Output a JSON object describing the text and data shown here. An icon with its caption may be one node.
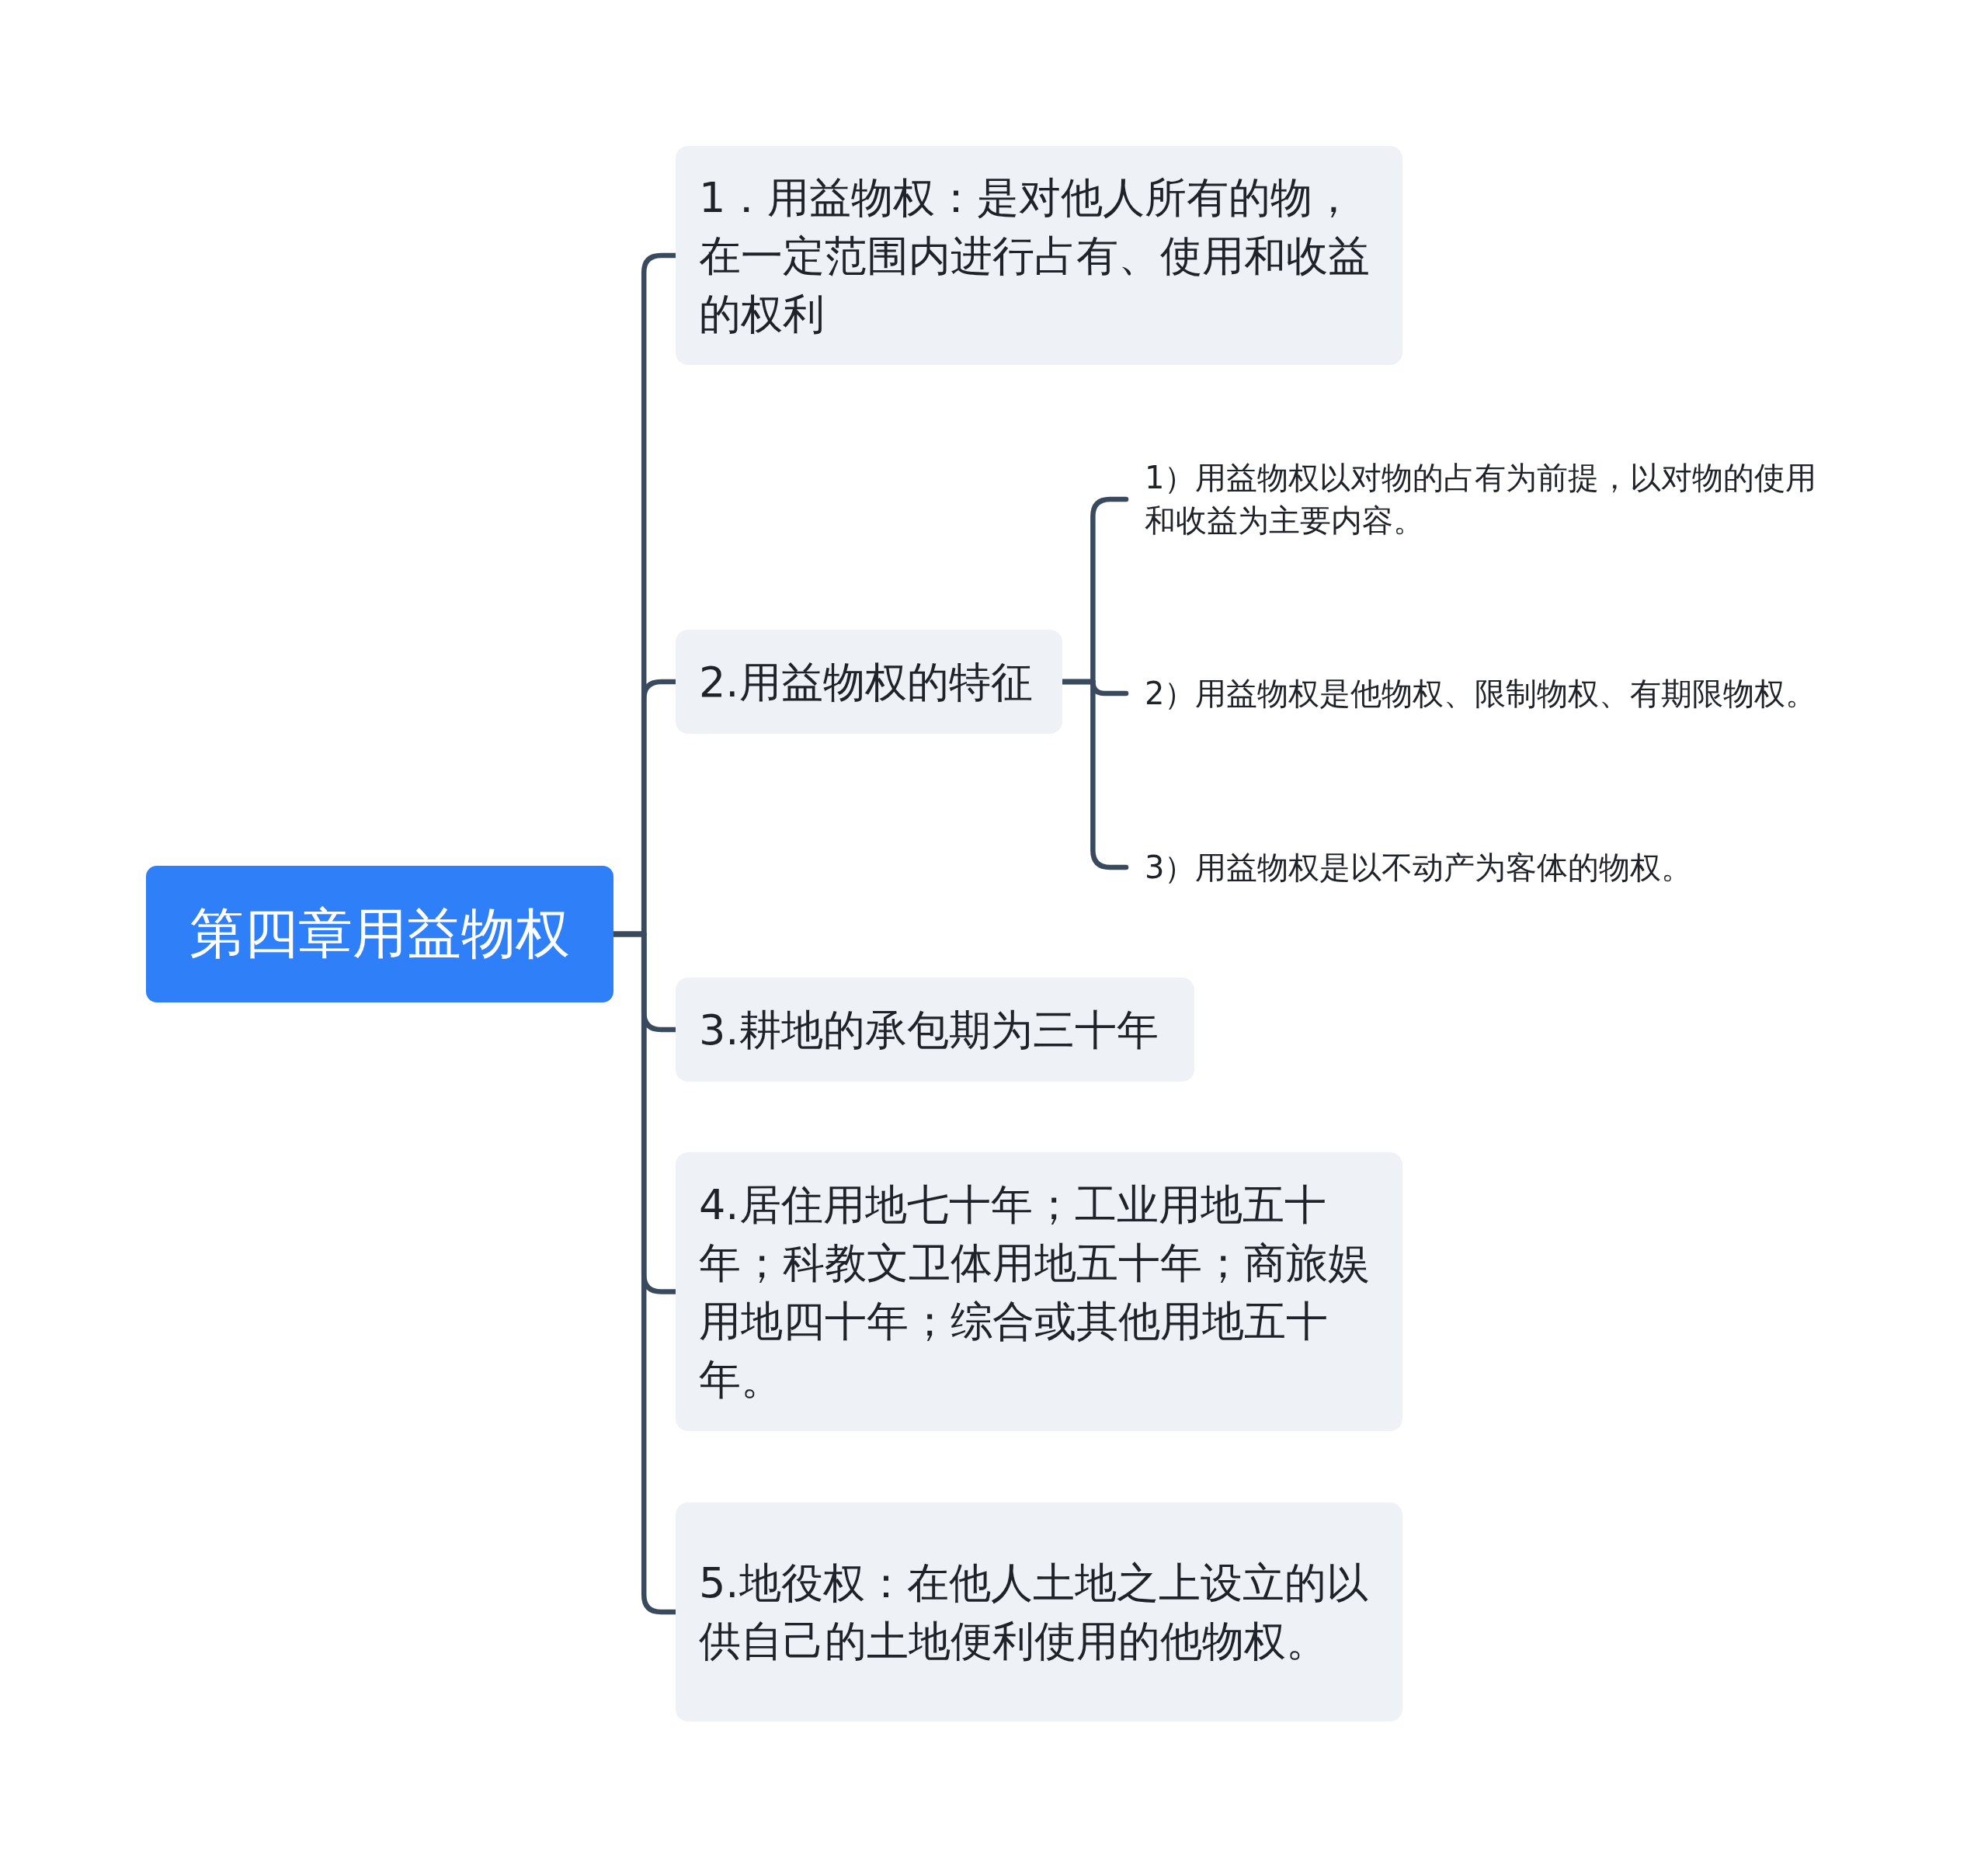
{
  "diagram": {
    "nodes": [
      {
        "text": [
          "第四章用益物权"
        ]
      },
      {
        "text": [
          "1．用益物权：是对他人所有的物，在一定范围内进行占有、使用和收益的权利"
        ]
      },
      {
        "text": [
          "2.用益物权的特征"
        ]
      },
      {
        "text": [
          "1）用益物权以对物的占有为前提，以对物的使用和收益为主要内容。"
        ]
      },
      {
        "text": [
          "2）用益物权是他物权、限制物权、有期限物权。"
        ]
      },
      {
        "text": [
          "3）用益物权是以不动产为客体的物权。"
        ]
      },
      {
        "text": [
          "3.耕地的承包期为三十年"
        ]
      },
      {
        "text": [
          "4.居住用地七十年；工业用地五十年；科教文卫体用地五十年；商旅娱用地四十年；综合或其他用地五十年。"
        ]
      },
      {
        "text": [
          "5.地役权：在他人土地之上设立的以供自己的土地便利使用的他物权。"
        ]
      }
    ],
    "edges": [
      {
        "from": 0,
        "to": 1,
        "arrow": "none"
      },
      {
        "from": 0,
        "to": 2,
        "arrow": "none"
      },
      {
        "from": 2,
        "to": 3,
        "arrow": "none"
      },
      {
        "from": 2,
        "to": 4,
        "arrow": "none"
      },
      {
        "from": 2,
        "to": 5,
        "arrow": "none"
      },
      {
        "from": 0,
        "to": 6,
        "arrow": "none"
      },
      {
        "from": 0,
        "to": 7,
        "arrow": "none"
      },
      {
        "from": 0,
        "to": 8,
        "arrow": "none"
      }
    ]
  }
}
